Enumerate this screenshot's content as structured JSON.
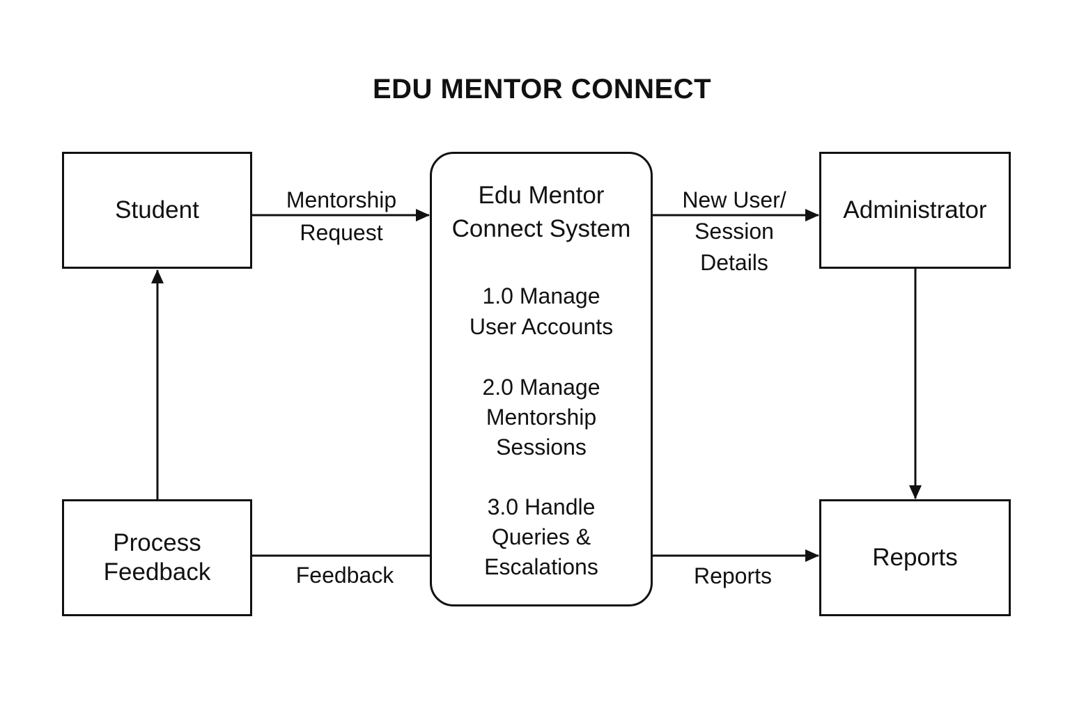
{
  "title": "EDU MENTOR CONNECT",
  "entities": {
    "student": "Student",
    "administrator": "Administrator",
    "process_feedback": "Process\nFeedback",
    "reports": "Reports"
  },
  "system": {
    "name": "Edu Mentor\nConnect System",
    "processes": [
      "1.0 Manage\nUser Accounts",
      "2.0 Manage\nMentorship\nSessions",
      "3.0 Handle\nQueries &\nEscalations"
    ]
  },
  "flows": {
    "mentorship_request": "Mentorship\nRequest",
    "new_user_session_details": "New User/\nSession\nDetails",
    "feedback": "Feedback",
    "reports": "Reports"
  }
}
